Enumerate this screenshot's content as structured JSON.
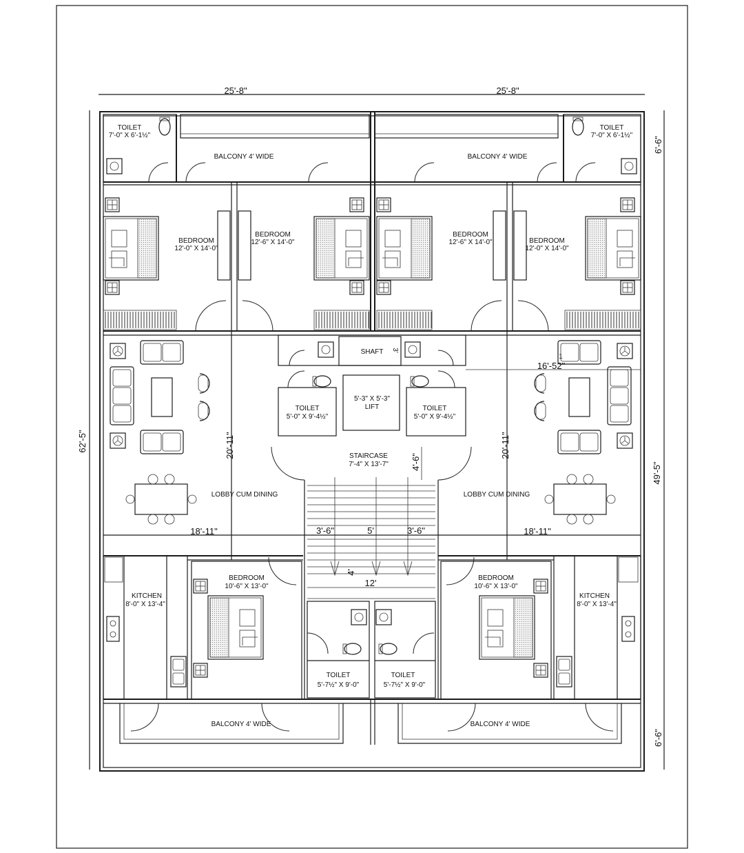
{
  "dimensions": {
    "top_left": "25'-8\"",
    "top_right": "25'-8\"",
    "left_overall": "62'-5\"",
    "right_top": "6'-6\"",
    "right_mid": "49'-5\"",
    "right_bottom": "6'-6\"",
    "lobby_left_width": "18'-11\"",
    "lobby_right_width": "18'-11\"",
    "lobby_left_height": "20'-11\"",
    "lobby_right_height": "20'-11\"",
    "stair_a": "3'-6\"",
    "stair_b": "5'",
    "stair_c": "3'-6\"",
    "stair_d": "12'",
    "stair_e": "4'",
    "landing": "4'-6\"",
    "shaft_dim": "3'",
    "right_extra": "16'-52\"",
    "right_extra_tick": "1"
  },
  "rooms": {
    "toilet_tl_name": "TOILET",
    "toilet_tl_size": "7'-0\" X 6'-1½\"",
    "toilet_tr_name": "TOILET",
    "toilet_tr_size": "7'-0\" X 6'-1½\"",
    "balcony_top_l": "BALCONY 4' WIDE",
    "balcony_top_r": "BALCONY 4' WIDE",
    "bed1_name": "BEDROOM",
    "bed1_size": "12'-0\" X 14'-0\"",
    "bed2_name": "BEDROOM",
    "bed2_size": "12'-6\" X 14'-0\"",
    "bed3_name": "BEDROOM",
    "bed3_size": "12'-6\" X 14'-0\"",
    "bed4_name": "BEDROOM",
    "bed4_size": "12'-0\" X 14'-0\"",
    "shaft": "SHAFT",
    "lift_size": "5'-3\" X 5'-3\"",
    "lift_name": "LIFT",
    "toilet_cl_name": "TOILET",
    "toilet_cl_size": "5'-0\" X 9'-4½\"",
    "toilet_cr_name": "TOILET",
    "toilet_cr_size": "5'-0\" X 9'-4½\"",
    "stair_name": "STAIRCASE",
    "stair_size": "7'-4\" X 13'-7\"",
    "lobby_l": "LOBBY CUM DINING",
    "lobby_r": "LOBBY CUM DINING",
    "bed5_name": "BEDROOM",
    "bed5_size": "10'-6\" X 13'-0\"",
    "bed6_name": "BEDROOM",
    "bed6_size": "10'-6\" X 13'-0\"",
    "kitchen_l_name": "KITCHEN",
    "kitchen_l_size": "8'-0\" X 13'-4\"",
    "kitchen_r_name": "KITCHEN",
    "kitchen_r_size": "8'-0\" X 13'-4\"",
    "toilet_bl_name": "TOILET",
    "toilet_bl_size": "5'-7½\" X 9'-0\"",
    "toilet_br_name": "TOILET",
    "toilet_br_size": "5'-7½\" X 9'-0\"",
    "balcony_bot_l": "BALCONY 4' WIDE",
    "balcony_bot_r": "BALCONY 4' WIDE"
  },
  "icons": [
    "toilet-icon",
    "washbasin-icon",
    "bed-icon",
    "window-icon",
    "sofa-icon",
    "dining-table-icon",
    "stove-icon",
    "sink-icon",
    "fan-icon",
    "door-swing-icon"
  ]
}
